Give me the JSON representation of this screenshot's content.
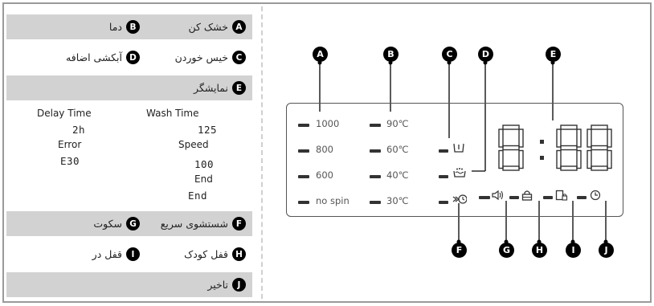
{
  "legend": [
    {
      "id": "A",
      "text": "خشک کن",
      "id2": "B",
      "text2": "دما"
    },
    {
      "id": "C",
      "text": "خیس خوردن",
      "id2": "D",
      "text2": "آبکشی اضافه"
    },
    {
      "id": "E",
      "text": "نمایشگر"
    },
    {
      "id": "F",
      "text": "شستشوی سریع",
      "id2": "G",
      "text2": "سکوت"
    },
    {
      "id": "H",
      "text": "قفل کودک",
      "id2": "I",
      "text2": "قفل در"
    },
    {
      "id": "J",
      "text": "تاخیر"
    }
  ],
  "display_examples": {
    "delay_header": "Delay Time",
    "wash_header": "Wash Time",
    "delay_value": "2h",
    "wash_value": "125",
    "error_label": "Error",
    "speed_label": "Speed",
    "error_value": "E30",
    "speed_value": "100",
    "end_label": "End",
    "end_value": "End"
  },
  "panel": {
    "spin_labels": [
      "1000",
      "800",
      "600",
      "no spin"
    ],
    "temp_labels": [
      "90℃",
      "60℃",
      "40℃",
      "30℃"
    ],
    "digits": "8:88",
    "callouts": [
      "A",
      "B",
      "C",
      "D",
      "E",
      "F",
      "G",
      "H",
      "I",
      "J"
    ]
  },
  "icons": {
    "soak": "soak-icon",
    "extra_rinse": "extra-rinse-icon",
    "quick_wash": "quick-wash-icon",
    "mute": "mute-icon",
    "child_lock": "child-lock-icon",
    "door_lock": "door-lock-icon",
    "delay": "clock-icon"
  },
  "colors": {
    "frame": "#9a9a9a",
    "grey_row": "#d2d2d2",
    "segment": "#333333"
  }
}
